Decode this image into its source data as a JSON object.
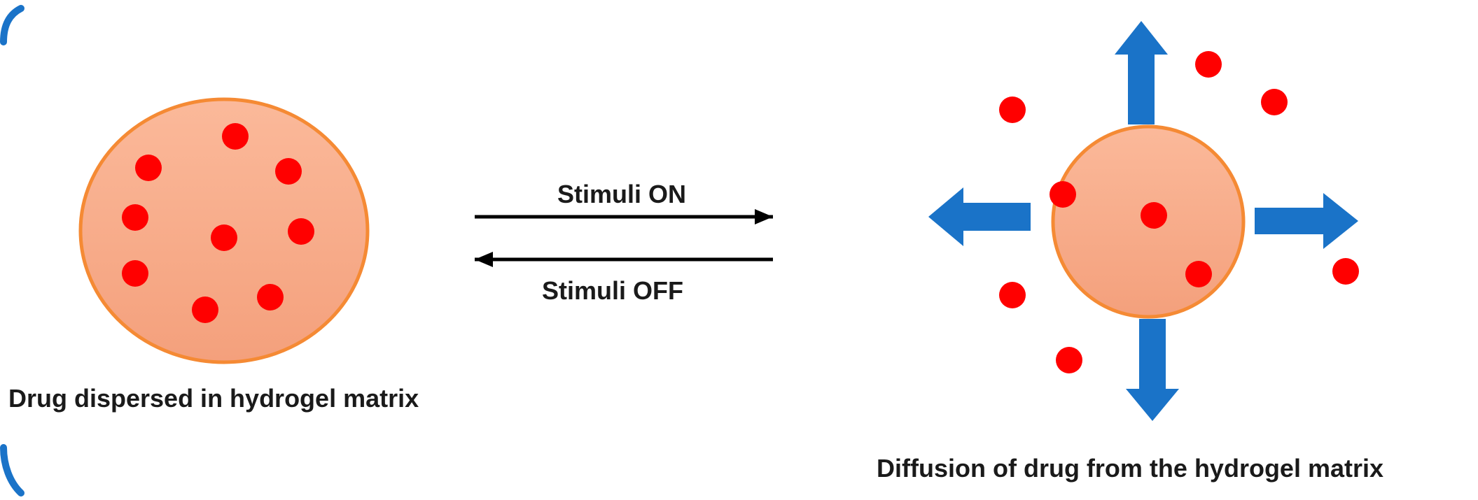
{
  "colors": {
    "hydrogel_fill_start": "#FBB99A",
    "hydrogel_fill_end": "#F4A07C",
    "hydrogel_stroke": "#F58A34",
    "drug": "#FF0000",
    "release_arrow": "#1A73C8",
    "stimuli_arrow": "#000000",
    "corner_accent": "#1A73C8"
  },
  "left_panel": {
    "caption": "Drug dispersed in hydrogel matrix"
  },
  "middle": {
    "stimuli_on_label": "Stimuli ON",
    "stimuli_off_label": "Stimuli OFF"
  },
  "right_panel": {
    "caption": "Diffusion of drug from the hydrogel matrix"
  }
}
